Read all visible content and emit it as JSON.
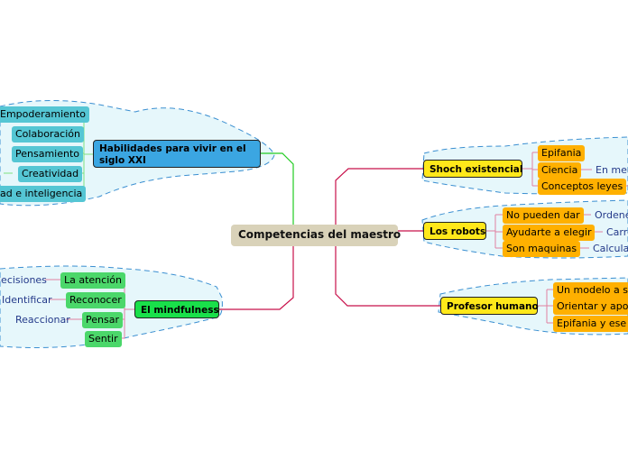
{
  "root": "Competencias del maestro",
  "left": {
    "habilidades": {
      "title": "Habilidades para vivir en el siglo XXI",
      "items": [
        "Empoderamiento",
        "Colaboración",
        "Pensamiento",
        "Creatividad",
        "ad e inteligencia"
      ]
    },
    "mindfulness": {
      "title": "El mindfulness",
      "items": [
        "La atención",
        "Reconocer",
        "Pensar",
        "Sentir"
      ],
      "subitems": [
        "lecisiones",
        "Identificar",
        "Reaccionar"
      ]
    }
  },
  "right": {
    "shoch": {
      "title": "Shoch existencial",
      "items": [
        "Epifania",
        "Ciencia",
        "Conceptos leyes"
      ],
      "subitems": [
        "En mer"
      ]
    },
    "robots": {
      "title": "Los robots",
      "items": [
        "No pueden dar",
        "Ayudarte a elegir",
        "Son maquinas"
      ],
      "subitems": [
        "Ordene",
        "Carre",
        "Calculad"
      ]
    },
    "profesor": {
      "title": "Profesor humano",
      "items": [
        "Un modelo a se",
        "Orientar y apoy",
        "Epifania y ese s"
      ]
    }
  },
  "colors": {
    "root_bg": "#d9d2b9",
    "habilidades_bg": "#3ba6e2",
    "mindfulness_bg": "#19e04a",
    "right_main_bg": "#ffe81a",
    "bubble_fill": "#e6f7fb",
    "bubble_stroke": "#3b8fd1",
    "link_green": "#22cc22",
    "link_red": "#c8104a"
  }
}
